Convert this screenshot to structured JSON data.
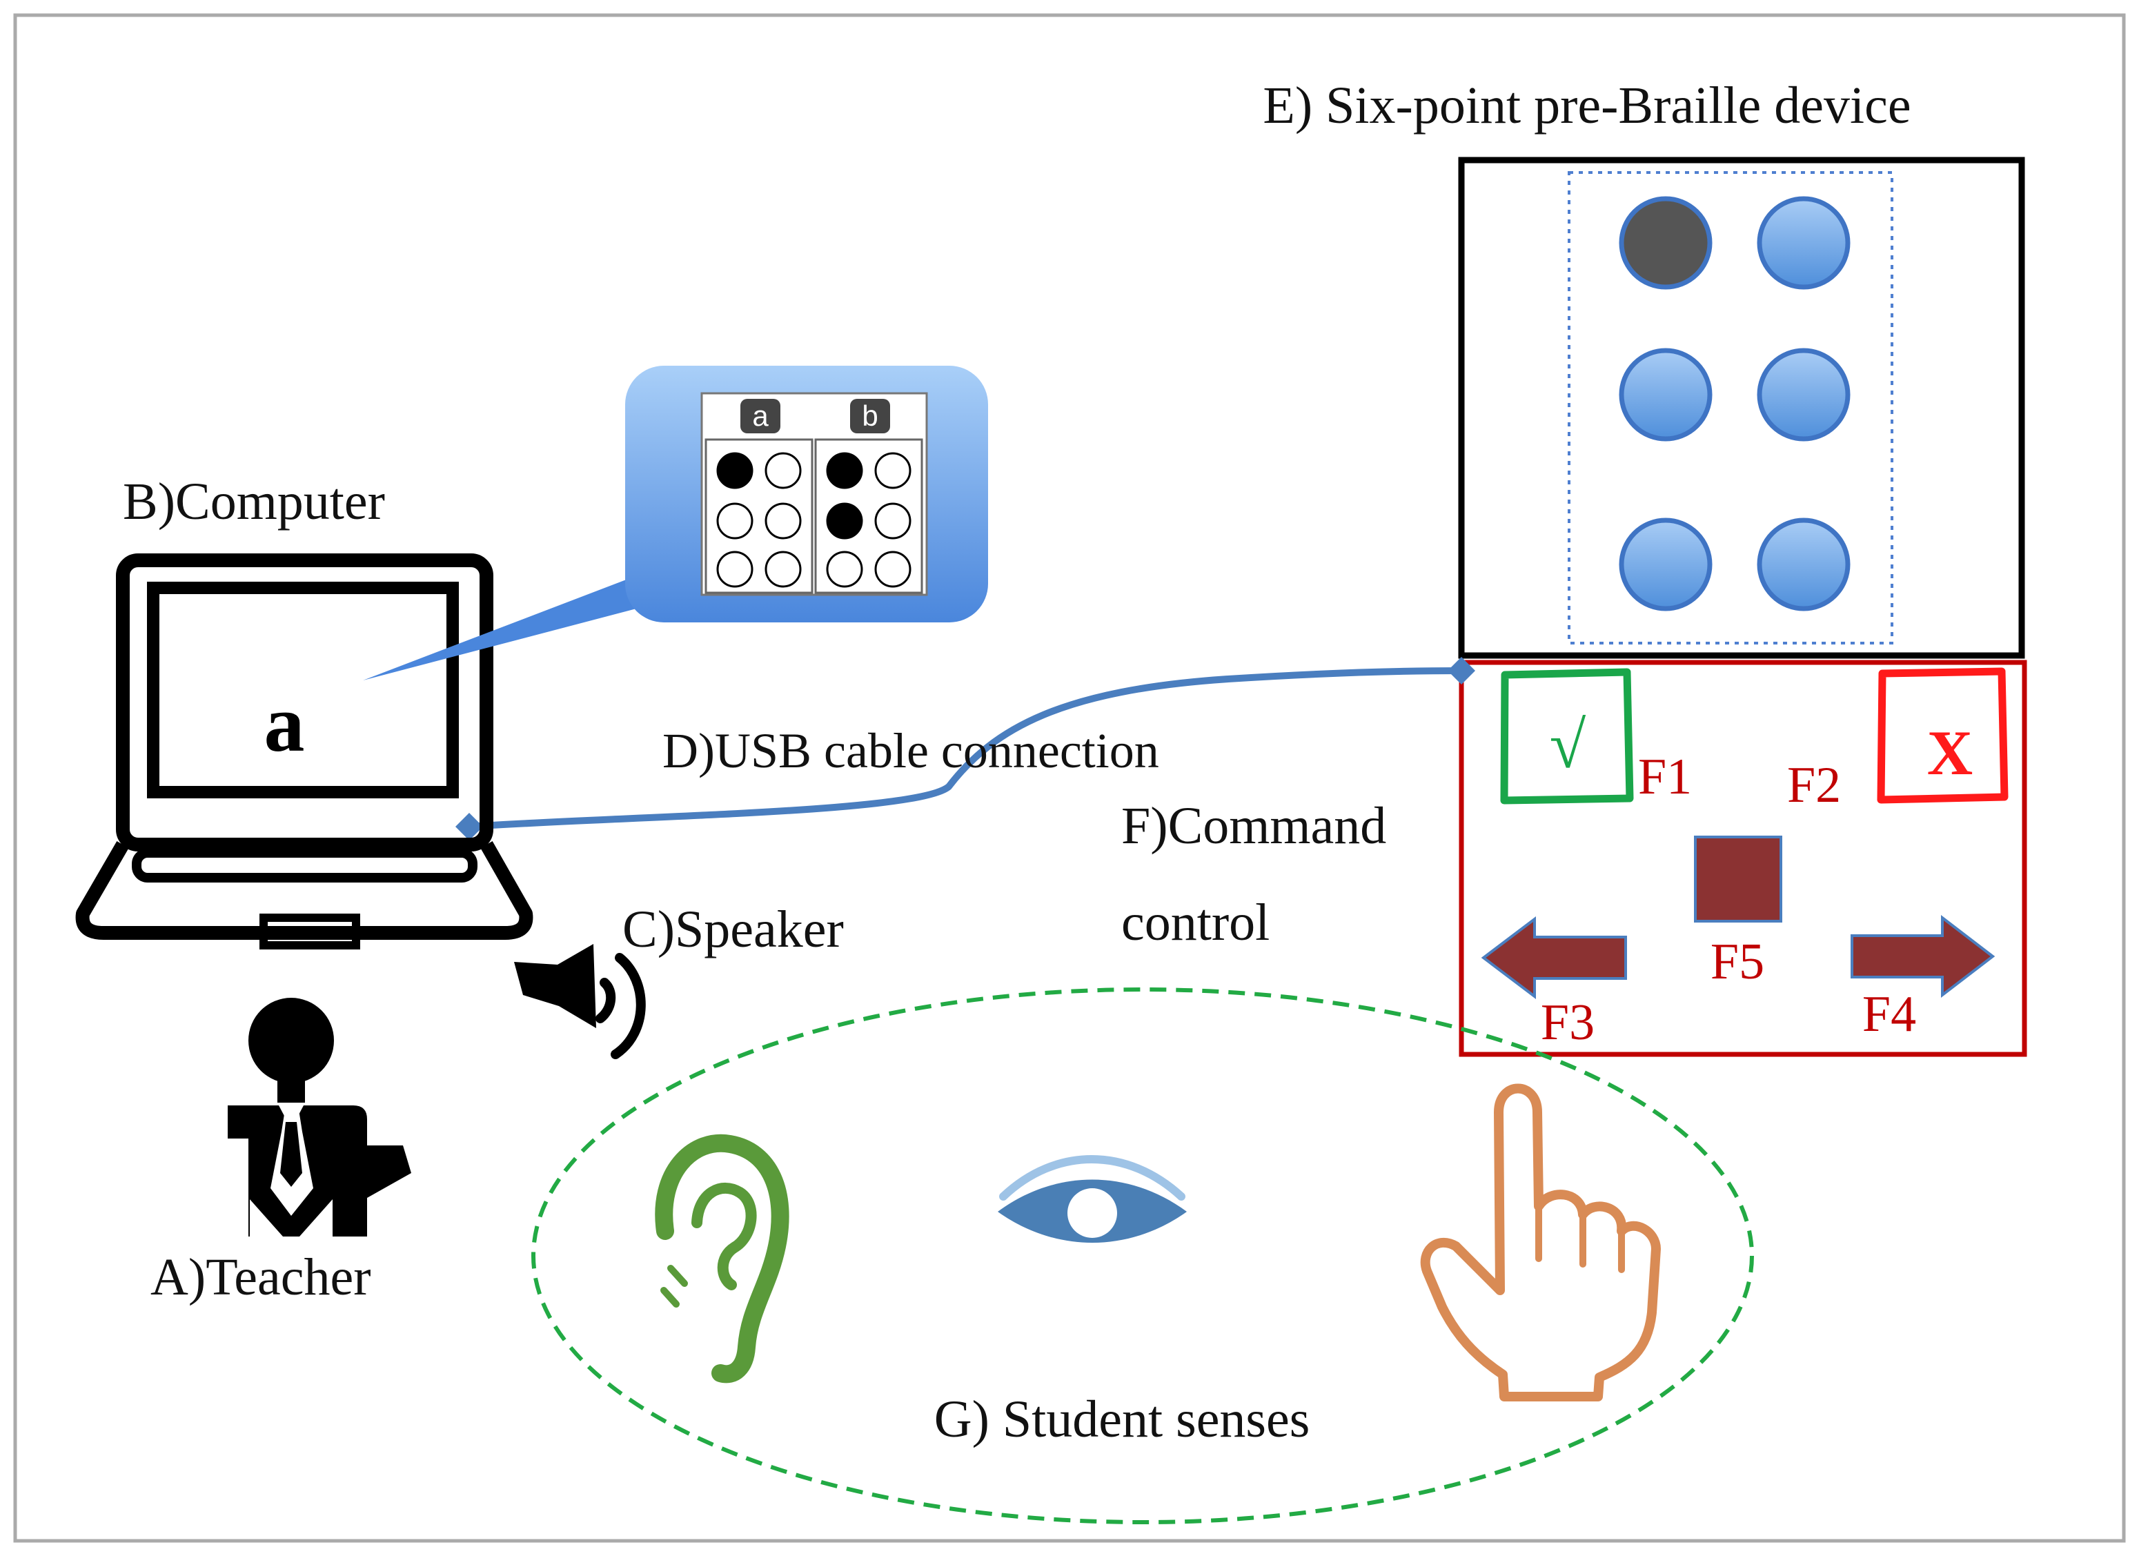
{
  "labels": {
    "teacher": "A)Teacher",
    "computer": "B)Computer",
    "speaker": "C)Speaker",
    "usb": "D)USB cable connection",
    "device": "E) Six-point pre-Braille device",
    "command_line1": "F)Command",
    "command_line2": "control",
    "senses": "G) Student senses"
  },
  "screen_letter": "a",
  "bubble": {
    "cells": [
      {
        "letter": "a",
        "dots": [
          true,
          false,
          false,
          false,
          false,
          false
        ]
      },
      {
        "letter": "b",
        "dots": [
          true,
          false,
          true,
          false,
          false,
          false
        ]
      }
    ]
  },
  "device": {
    "dots": [
      true,
      false,
      false,
      false,
      false,
      false
    ]
  },
  "controls": {
    "f1": {
      "label": "F1",
      "symbol": "√"
    },
    "f2": {
      "label": "F2",
      "symbol": "X"
    },
    "f3": "F3",
    "f4": "F4",
    "f5": "F5"
  },
  "colors": {
    "dot_blue": "#5b9bd5",
    "dot_active": "#555555",
    "usb_line": "#4a7ebf",
    "control_border": "#c00000",
    "ok_green": "#1aa64a",
    "cancel_red": "#ff1a1a",
    "control_fill": "#8b3232",
    "senses_dash": "#22aa44",
    "ear_green": "#5a9a3a",
    "eye_blue": "#4a7fb5",
    "hand_orange": "#d98b55"
  }
}
